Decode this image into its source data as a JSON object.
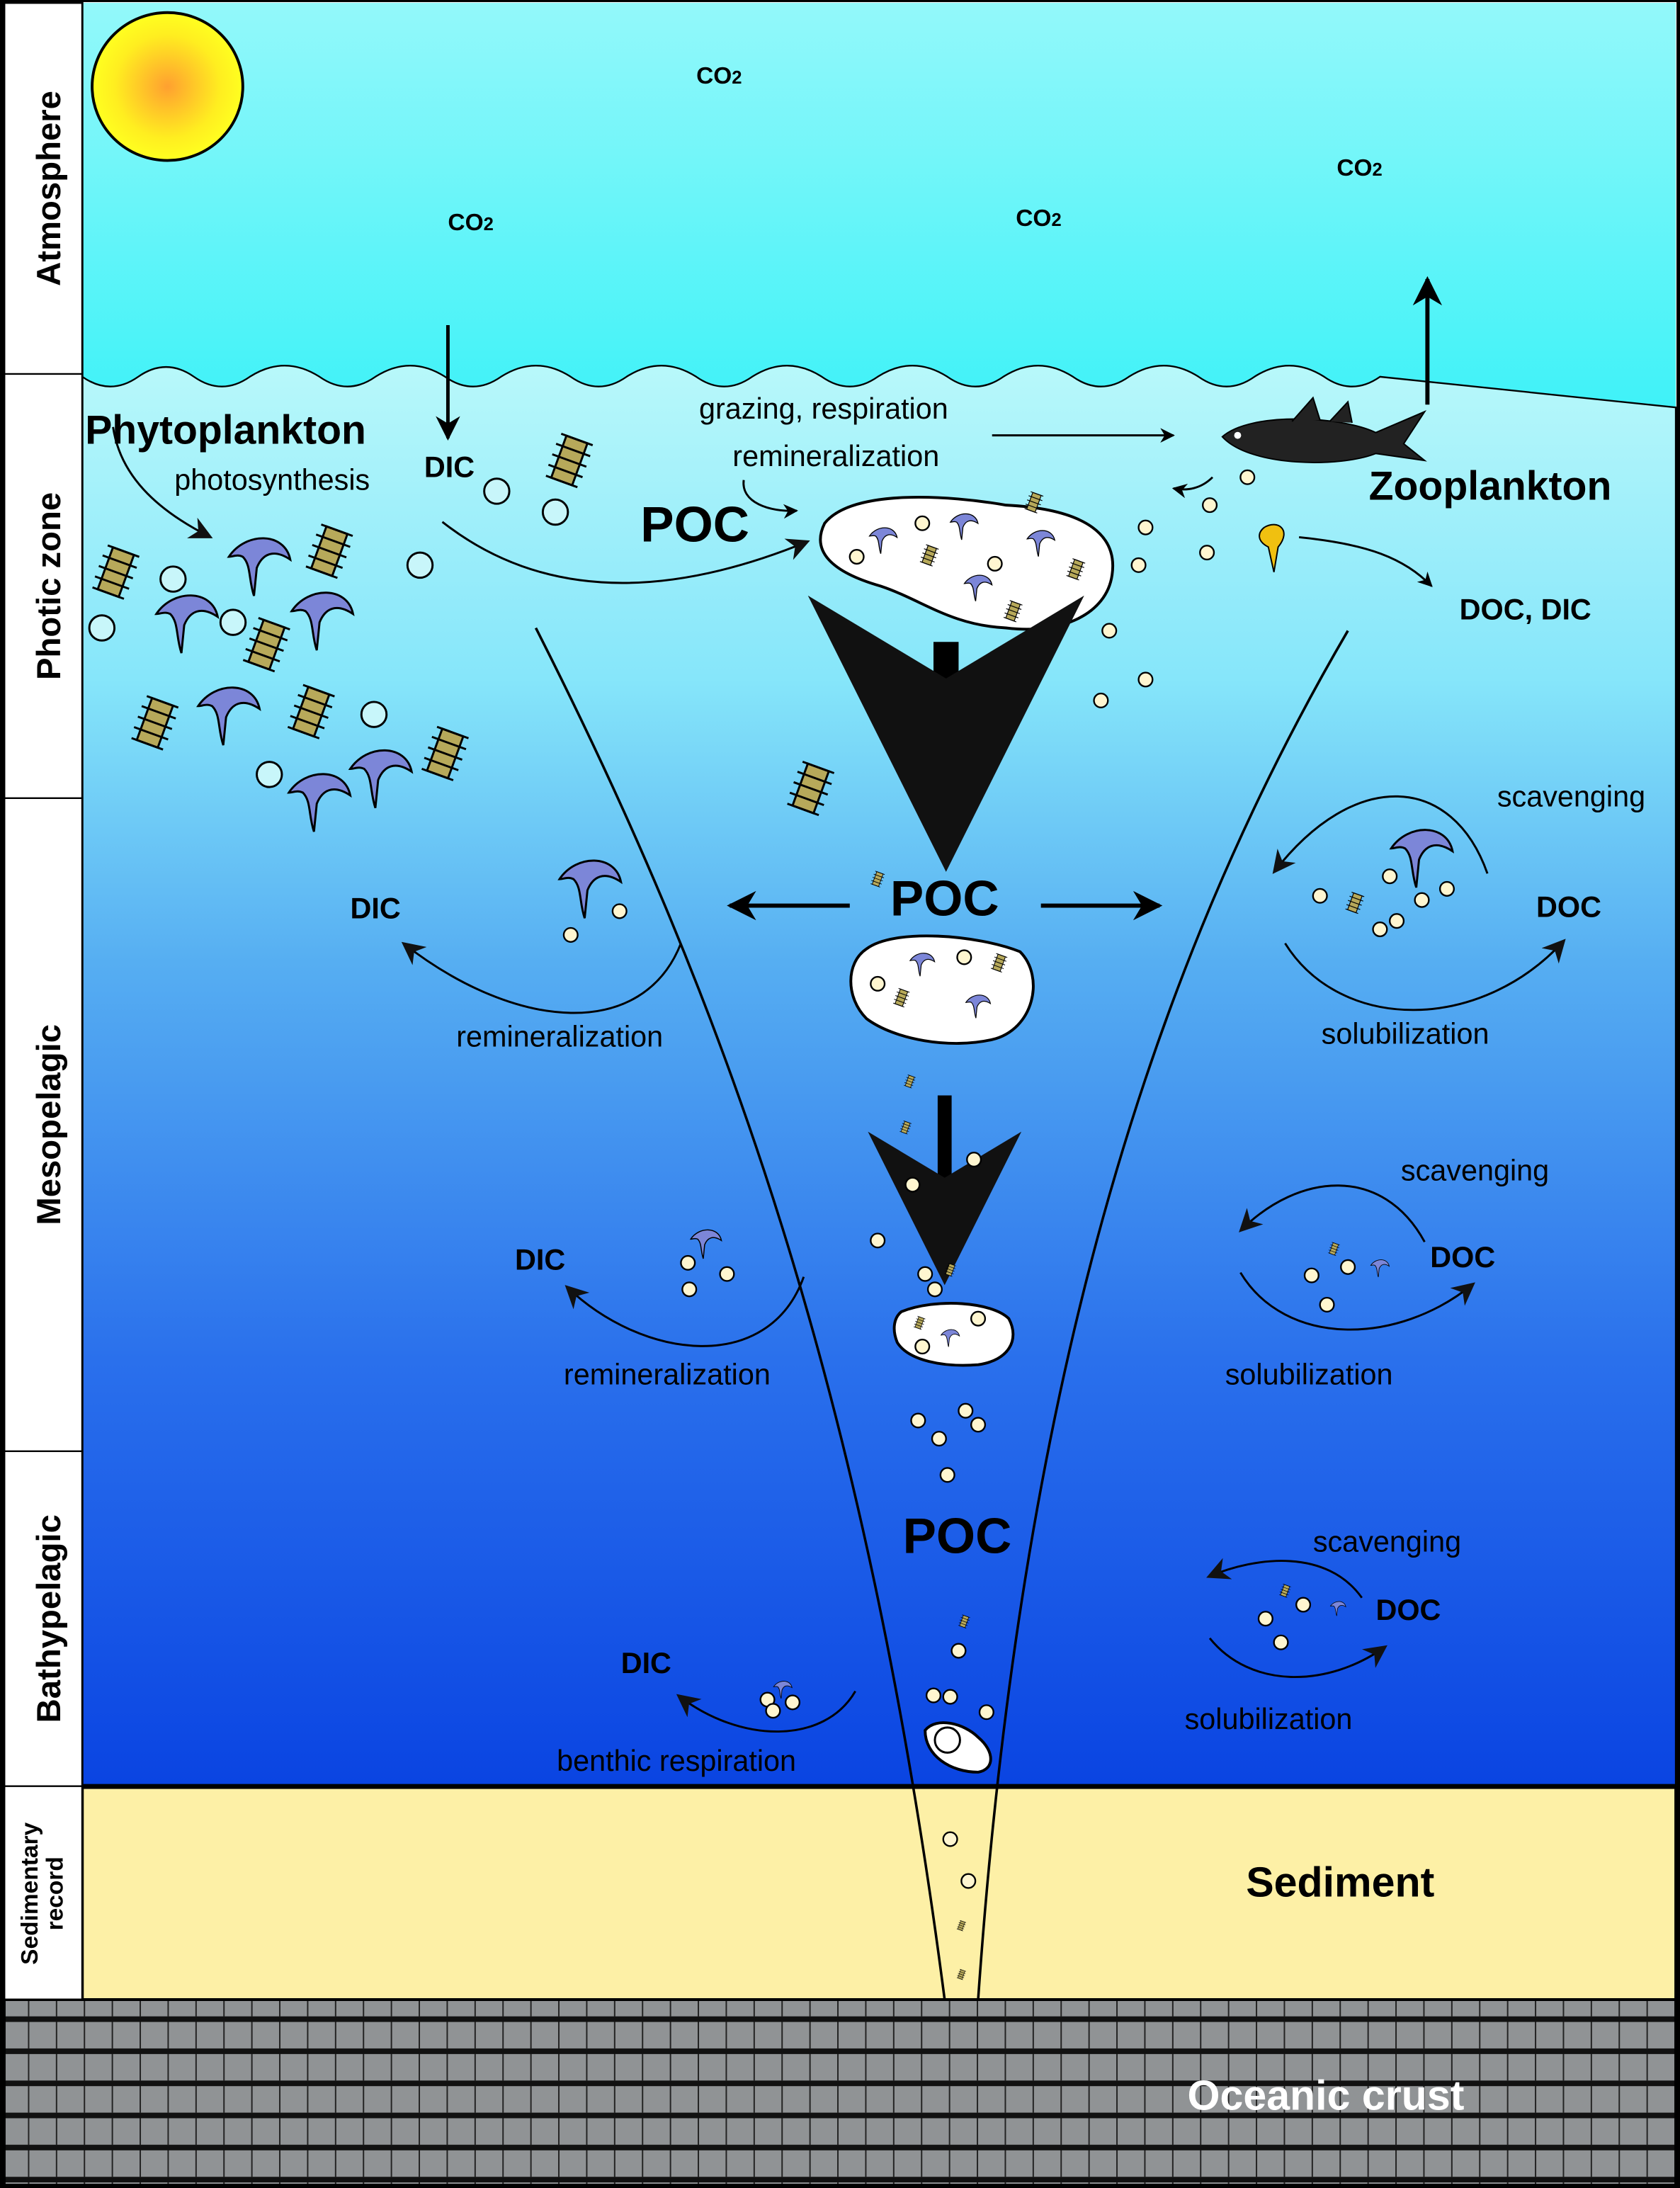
{
  "zones": {
    "atmosphere": "Atmosphere",
    "photic": "Photic zone",
    "mesopelagic": "Mesopelagic",
    "bathypelagic": "Bathypelagic",
    "sedimentary_1": "Sedimentary",
    "sedimentary_2": "record"
  },
  "co2": {
    "main": "CO",
    "sub": "2"
  },
  "labels": {
    "phytoplankton": "Phytoplankton",
    "photosynthesis": "photosynthesis",
    "dic": "DIC",
    "grazing": "grazing, respiration",
    "remineralization": "remineralization",
    "poc": "POC",
    "zooplankton": "Zooplankton",
    "doc_dic": "DOC, DIC",
    "doc": "DOC",
    "scavenging": "scavenging",
    "solubilization": "solubilization",
    "benthic": "benthic respiration",
    "sediment": "Sediment",
    "crust": "Oceanic crust"
  },
  "colors": {
    "sky_top": "#93f8fa",
    "sky_bottom": "#3ff2f8",
    "water_top": "#b8f8fa",
    "water_deep": "#0a44e2",
    "sediment": "#fdf0a6",
    "crust": "#909395",
    "sun": "#ffff20",
    "diatom": "#b7a95a",
    "coccolith": "#7c86d8"
  }
}
